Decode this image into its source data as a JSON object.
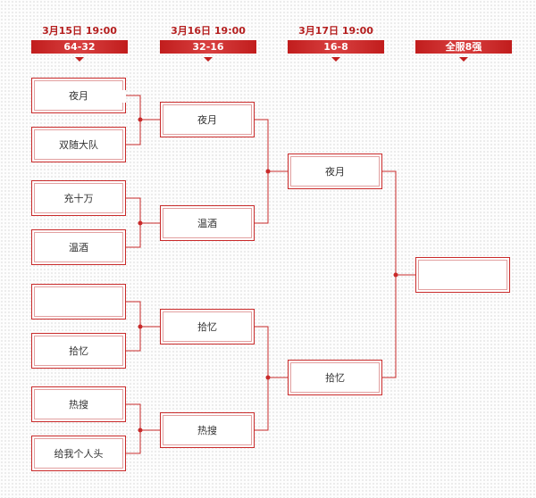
{
  "rounds": [
    {
      "date": "3月15日  19:00",
      "stage": "64-32"
    },
    {
      "date": "3月16日  19:00",
      "stage": "32-16"
    },
    {
      "date": "3月17日  19:00",
      "stage": "16-8"
    },
    {
      "date": "",
      "stage": "全服8强"
    }
  ],
  "round1": [
    "夜月",
    "双随大队",
    "充十万",
    "温酒",
    "",
    "拾忆",
    "热搜",
    "给我个人头"
  ],
  "round2": [
    "夜月",
    "温酒",
    "拾忆",
    "热搜"
  ],
  "round3": [
    "夜月",
    "拾忆"
  ],
  "final": [
    ""
  ],
  "colors": {
    "accent": "#c11d1d",
    "line": "#c92a2a"
  }
}
